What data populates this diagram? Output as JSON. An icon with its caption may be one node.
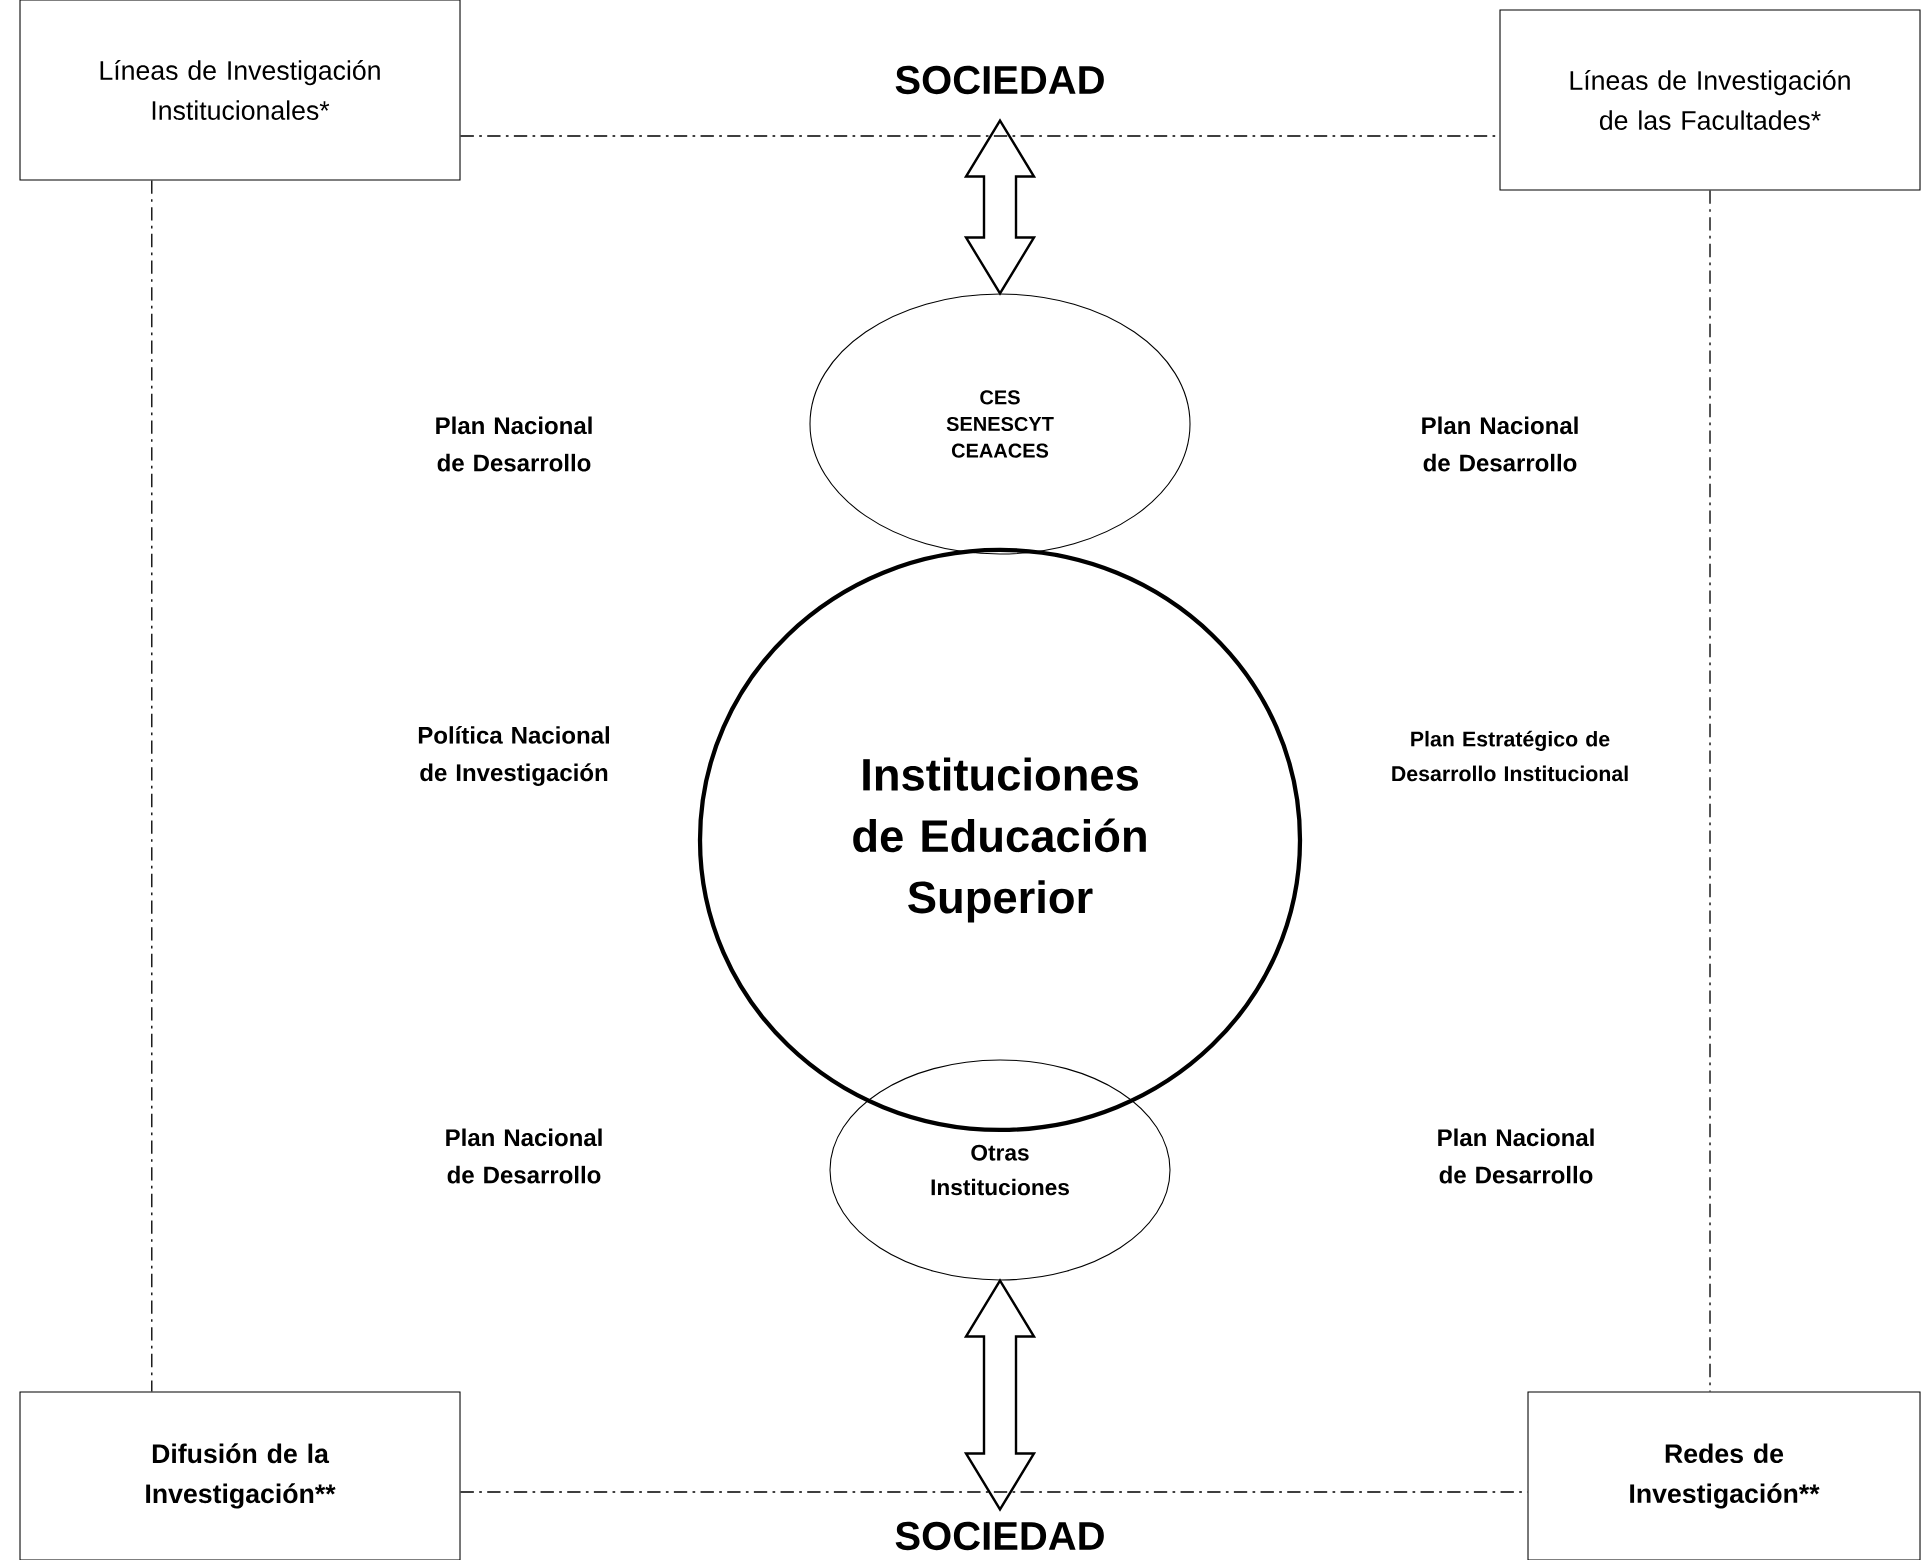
{
  "diagram": {
    "nodes": [
      {
        "text": [
          "SOCIEDAD"
        ]
      },
      {
        "text": [
          "Líneas de Investigación Institucionales*"
        ]
      },
      {
        "text": [
          "Líneas de Investigación de las Facultades*"
        ]
      },
      {
        "text": [
          "CES SENESCYT CEAACES"
        ]
      },
      {
        "text": [
          "Instituciones de Educación Superior"
        ]
      },
      {
        "text": [
          "Otras Instituciones"
        ]
      },
      {
        "text": [
          "Difusión de la Investigación**"
        ]
      },
      {
        "text": [
          "Redes de Investigación**"
        ]
      },
      {
        "text": [
          "SOCIEDAD"
        ]
      }
    ],
    "edges": [
      {
        "from": 0,
        "to": 3,
        "arrow": "both",
        "style": "thick"
      },
      {
        "from": 5,
        "to": 8,
        "arrow": "both",
        "style": "thick"
      },
      {
        "from": 1,
        "to": 2,
        "arrow": "none",
        "style": "dashed"
      },
      {
        "from": 1,
        "to": 6,
        "arrow": "none",
        "style": "dashed"
      },
      {
        "from": 2,
        "to": 7,
        "arrow": "none",
        "style": "dashed"
      },
      {
        "from": 6,
        "to": 7,
        "arrow": "none",
        "style": "dashed"
      }
    ],
    "labels": [
      "Plan Nacional de Desarrollo",
      "Plan Nacional de Desarrollo",
      "Política Nacional de Investigación",
      "Plan Estratégico de Desarrollo Institucional",
      "Plan Nacional de Desarrollo",
      "Plan Nacional de Desarrollo"
    ]
  }
}
